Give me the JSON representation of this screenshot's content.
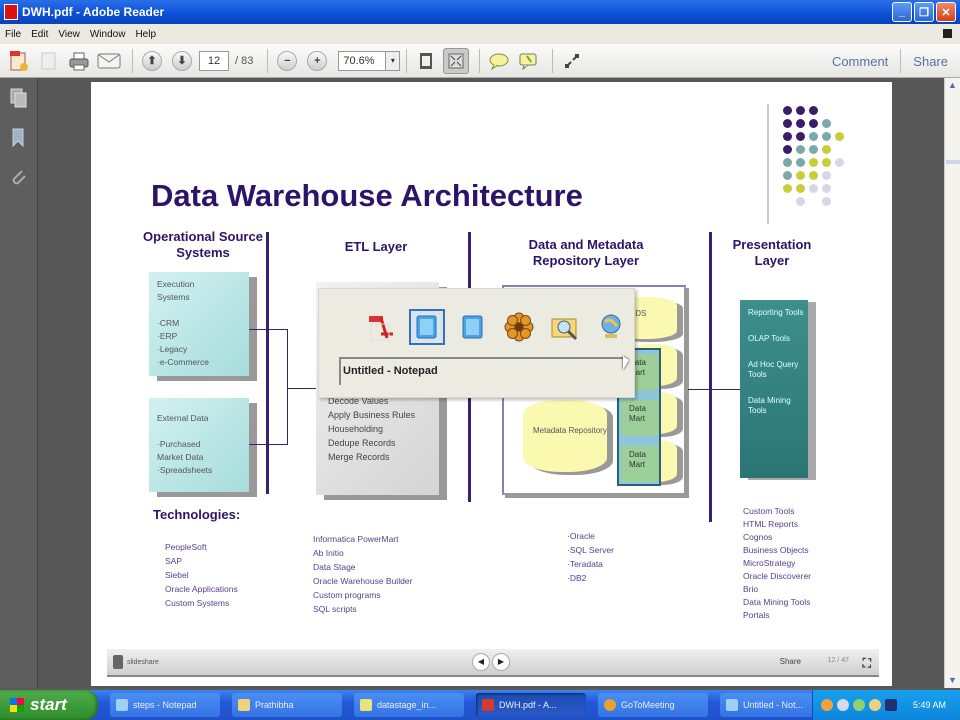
{
  "window": {
    "title": "DWH.pdf - Adobe Reader",
    "controls": [
      "_",
      "❐",
      "✕"
    ]
  },
  "menu": [
    "File",
    "Edit",
    "View",
    "Window",
    "Help"
  ],
  "toolbar": {
    "page_current": "12",
    "page_total": "/ 83",
    "zoom": "70.6%",
    "zoom_arrow": "▾",
    "comment_label": "Comment",
    "share_label": "Share"
  },
  "scrollbar": {
    "up": "▲",
    "down": "▼"
  },
  "slide": {
    "title": "Data Warehouse Architecture",
    "columns": {
      "source": "Operational Source Systems",
      "etl": "ETL Layer",
      "repo": "Data and Metadata Repository Layer",
      "presentation": "Presentation Layer"
    },
    "source_boxes": [
      {
        "lines": [
          "Execution",
          "Systems",
          "",
          "·CRM",
          "·ERP",
          "·Legacy",
          "·e-Commerce"
        ]
      },
      {
        "lines": [
          "External Data",
          "",
          "·Purchased",
          "Market Data",
          "·Spreadsheets"
        ]
      }
    ],
    "etl_items": [
      "Decode Values",
      "Apply Business Rules",
      "Householding",
      "Dedupe Records",
      "Merge Records"
    ],
    "repo": {
      "ods": "ODS",
      "metadata": "Metadata Repository",
      "data_marts": [
        "Data Mart",
        "Data Mart",
        "Data Mart"
      ]
    },
    "presentation_items": [
      "Reporting Tools",
      "OLAP Tools",
      "Ad Hoc Query Tools",
      "Data Mining Tools"
    ],
    "technologies_title": "Technologies:",
    "tech": {
      "source": [
        "PeopleSoft",
        "SAP",
        "Siebel",
        "Oracle Applications",
        "Custom Systems"
      ],
      "etl": [
        "Informatica PowerMart",
        "Ab Initio",
        "Data Stage",
        "Oracle Warehouse Builder",
        "Custom programs",
        "SQL scripts"
      ],
      "repo": [
        "·Oracle",
        "·SQL Server",
        "·Teradata",
        "·DB2"
      ],
      "presentation": [
        "Custom Tools",
        "HTML Reports",
        "Cognos",
        "Business Objects",
        "MicroStrategy",
        "Oracle Discoverer",
        "Brio",
        "Data Mining Tools",
        "Portals"
      ]
    }
  },
  "viewer_bar": {
    "brand": "slideshare",
    "prev": "◀",
    "next": "▶",
    "share": "Share",
    "count": "12 / 47",
    "fullscreen": "⛶"
  },
  "alt_tab": {
    "selected_label": "Untitled - Notepad"
  },
  "taskbar": {
    "start": "start",
    "tasks": [
      {
        "label": "steps - Notepad",
        "color": "#9fd0f5"
      },
      {
        "label": "Prathibha",
        "color": "#f1d27a"
      },
      {
        "label": "datastage_in...",
        "color": "#e7e27a"
      },
      {
        "label": "DWH.pdf - A...",
        "color": "#d23b2e",
        "active": true
      },
      {
        "label": "GoToMeeting",
        "color": "#e8a030"
      },
      {
        "label": "Untitled - Not...",
        "color": "#9fd0f5"
      }
    ],
    "clock": "5:49 AM"
  }
}
